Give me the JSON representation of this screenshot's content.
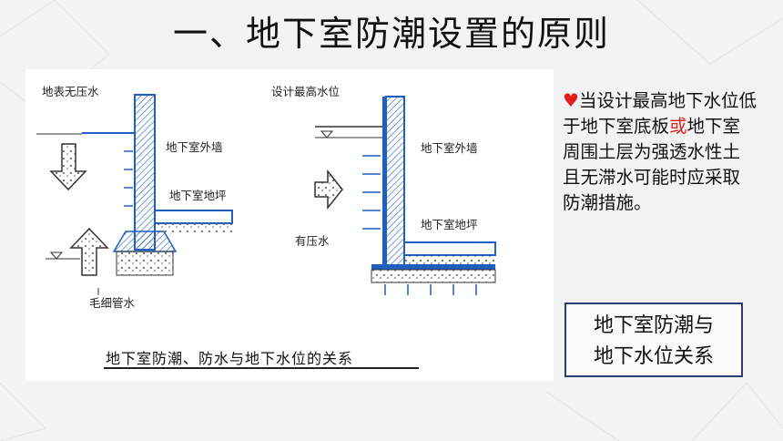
{
  "title": "一、地下室防潮设置的原则",
  "figure": {
    "left": {
      "label_surface_water": "地表无压水",
      "label_outer_wall": "地下室外墙",
      "label_floor": "地下室地坪",
      "label_capillary": "毛细管水"
    },
    "right": {
      "label_design_level": "设计最高水位",
      "label_outer_wall": "地下室外墙",
      "label_pressure_water": "有压水",
      "label_floor": "地下室地坪"
    },
    "caption": "地下室防潮、防水与地下水位的关系"
  },
  "note": {
    "part1": "当设计最高地下水位低于地下室底板",
    "highlight": "或",
    "part2": "地下室周围土层为强透水性土且无滞水可能时应采取防潮措施。",
    "highlight_color": "#e02020"
  },
  "summary_box": {
    "line1": "地下室防潮与",
    "line2": "地下水位关系",
    "border_color": "#2d3a78"
  },
  "colors": {
    "diagram_blue": "#1f5fbf"
  }
}
